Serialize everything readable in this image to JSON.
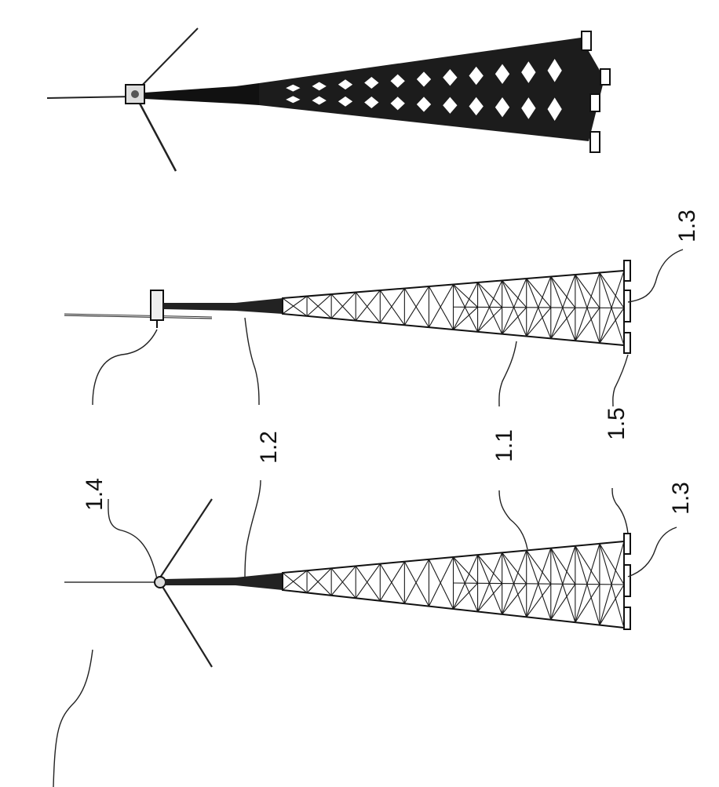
{
  "figure": {
    "labels": {
      "rotor_hub": "1.4",
      "tower_upper": "1.2",
      "tower_lattice": "1.1",
      "foundation_right": "1.3",
      "foundation_left": "1.3",
      "foundation_pad": "1.5"
    },
    "icons": [
      "wind-turbine-side-view",
      "wind-turbine-front-view",
      "wind-turbine-perspective-view"
    ]
  }
}
